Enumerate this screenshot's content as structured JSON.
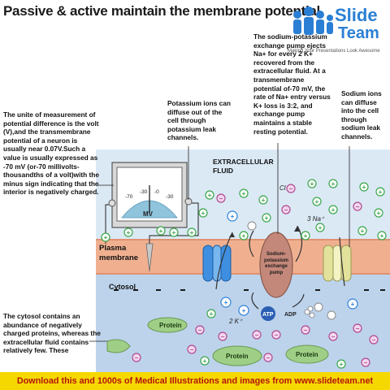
{
  "title": "Passive & active maintain the membrane potential",
  "logo": {
    "word1": "Slide",
    "word2": "Team",
    "tagline": "Making Your Presentations Look Awesome"
  },
  "notes": {
    "voltmeter": "The unite of measurement of potential difference is the volt (V),and the transmembrane potential of a neuron is usually near 0.07V.Such a value is usually expressed as -70 mV (or-70 millivolts-thousandths of a volt)with the minus sign indicating that the interior is negatively charged.",
    "potassium": "Potassium ions can diffuse out of the cell through potassium leak channels.",
    "pump": "The sodium-potassium exchange pump ejects Na+ for every 2 K+ recovered from the extracellular fluid. At a transmembrane potential of-70 mV, the rate of Na+ entry versus K+ loss is 3:2, and exchange pump maintains a stable resting potential.",
    "sodium": "Sodium ions can diffuse into the cell through sodium leak channels.",
    "cytosol": "The cytosol contains an abundance of negatively charged proteins, whereas the extracellular fluid contains relatively few. These"
  },
  "labels": {
    "ecf": "EXTRACELLULAR FLUID",
    "membrane": "Plasma membrane",
    "cytosol": "Cytosol",
    "cl": "Cl⁻",
    "na": "3 Na⁺",
    "k": "2 K⁺",
    "atp": "ATP",
    "adp": "ADP",
    "pump": "Sodium-potassium exchange pump",
    "protein": "Protein"
  },
  "meter": {
    "ticks": [
      "-70",
      "-30",
      "-0",
      "-30"
    ],
    "unit": "MV"
  },
  "banner": "Download this and 1000s of Medical Illustrations and images from www.slideteam.net",
  "colors": {
    "banner_bg": "#f5d800",
    "banner_text": "#b4150a",
    "plus_ion": "#3aa64a",
    "minus_ion": "#b04a90",
    "k_ion": "#2c7fd6",
    "protein": "#9fcf86",
    "membrane": "#f0b090"
  }
}
